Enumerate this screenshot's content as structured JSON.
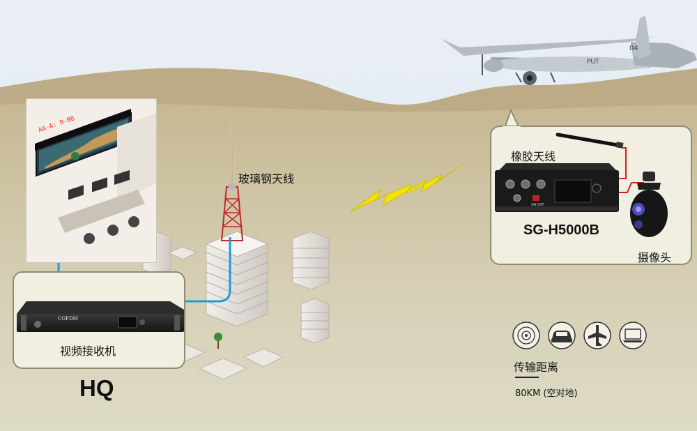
{
  "labels": {
    "hq": "HQ",
    "receiver": "视频接收机",
    "receiver_brand": "COFDM",
    "antenna_tower": "玻璃钢天线",
    "rubber_antenna": "橡胶天线",
    "transmitter_model": "SG-H5000B",
    "camera": "摄像头",
    "uav_tail_code": "04",
    "uav_fuselage_code": "PUT",
    "led_ticker": "AA-A: B-BB",
    "tx_switch_labels": "ON  OFF"
  },
  "range": {
    "title": "传输距离",
    "value": "80KM (空对地)"
  },
  "icons": [
    "tower-signal-icon",
    "car-icon",
    "airplane-icon",
    "laptop-icon"
  ],
  "colors": {
    "sky": "#e6edf4",
    "hill": "#bcab86",
    "ground": "#d4cdb2",
    "link_line": "#1e9ad6",
    "tx_cable": "#d02020",
    "lightning": "#f2e300",
    "panel_fill": "#f0efe2",
    "panel_border": "#8e8b6f"
  }
}
